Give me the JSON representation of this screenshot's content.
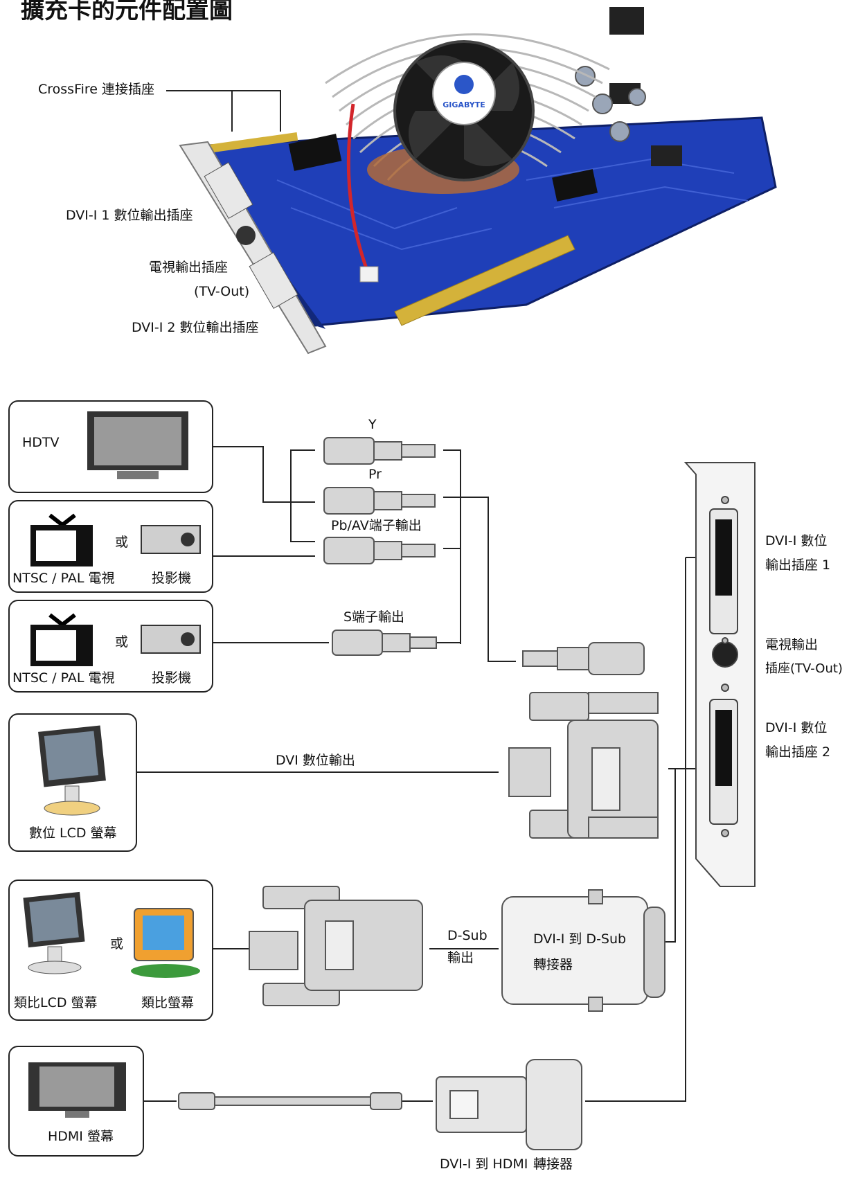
{
  "title": "擴充卡的元件配置圖",
  "card": {
    "brand": "GIGABYTE",
    "labels": {
      "crossfire": "CrossFire 連接插座",
      "dvi1": "DVI-I 1 數位輸出插座",
      "tv_out_line1": "電視輸出插座",
      "tv_out_line2": "(TV-Out)",
      "dvi2": "DVI-I 2 數位輸出插座"
    }
  },
  "devices": {
    "hdtv": "HDTV",
    "tv_av": "NTSC / PAL 電視",
    "projector_av": "投影機",
    "tv_s": "NTSC / PAL 電視",
    "projector_s": "投影機",
    "or": "或",
    "digital_lcd": "數位 LCD 螢幕",
    "analog_lcd": "類比LCD 螢幕",
    "analog_crt": "類比螢幕",
    "hdmi_monitor": "HDMI 螢幕"
  },
  "signals": {
    "y": "Y",
    "pr": "Pr",
    "pb_av": "Pb/AV端子輸出",
    "s_video": "S端子輸出",
    "dvi_out": "DVI 數位輸出",
    "dsub_line1": "D-Sub",
    "dsub_line2": "輸出",
    "dvi_dsub_line1": "DVI-I 到 D-Sub",
    "dvi_dsub_line2": "轉接器",
    "dvi_hdmi_line1": "DVI-I 到 HDMI",
    "dvi_hdmi_line2": "轉接器"
  },
  "bracket": {
    "dvi1_line1": "DVI-I 數位",
    "dvi1_line2": "輸出插座 1",
    "tv_line1": "電視輸出",
    "tv_line2": "插座(TV-Out)",
    "dvi2_line1": "DVI-I 數位",
    "dvi2_line2": "輸出插座 2"
  },
  "colors": {
    "pcb": "#1f3fb8",
    "pcb_dark": "#12287a",
    "gold": "#d4b23a",
    "connector": "#d6d6d6",
    "wire": "#222222"
  }
}
